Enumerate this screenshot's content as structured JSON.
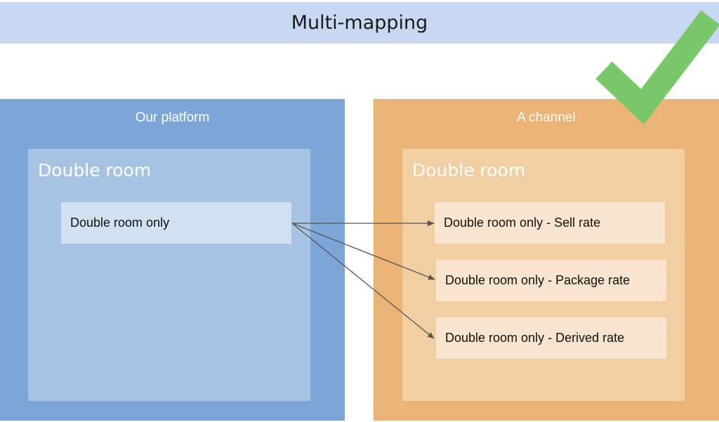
{
  "header": {
    "title": "Multi-mapping"
  },
  "left_panel": {
    "title": "Our platform",
    "room_title": "Double room",
    "rate": "Double room only"
  },
  "right_panel": {
    "title": "A channel",
    "room_title": "Double room",
    "rates": [
      "Double room only - Sell rate",
      "Double room only - Package rate",
      "Double room only - Derived rate"
    ]
  },
  "colors": {
    "title_bar": "#c9d8f2",
    "left_outer": "#7ca6d8",
    "left_inner": "#a7c3e4",
    "left_rate": "#d2e1f1",
    "right_outer": "#ebb476",
    "right_inner": "#f2cfa2",
    "right_rate": "#f8e4cf",
    "checkmark": "#79c96a",
    "arrow": "#555555"
  },
  "icons": {
    "status": "checkmark-icon",
    "connector": "arrow-icon"
  }
}
